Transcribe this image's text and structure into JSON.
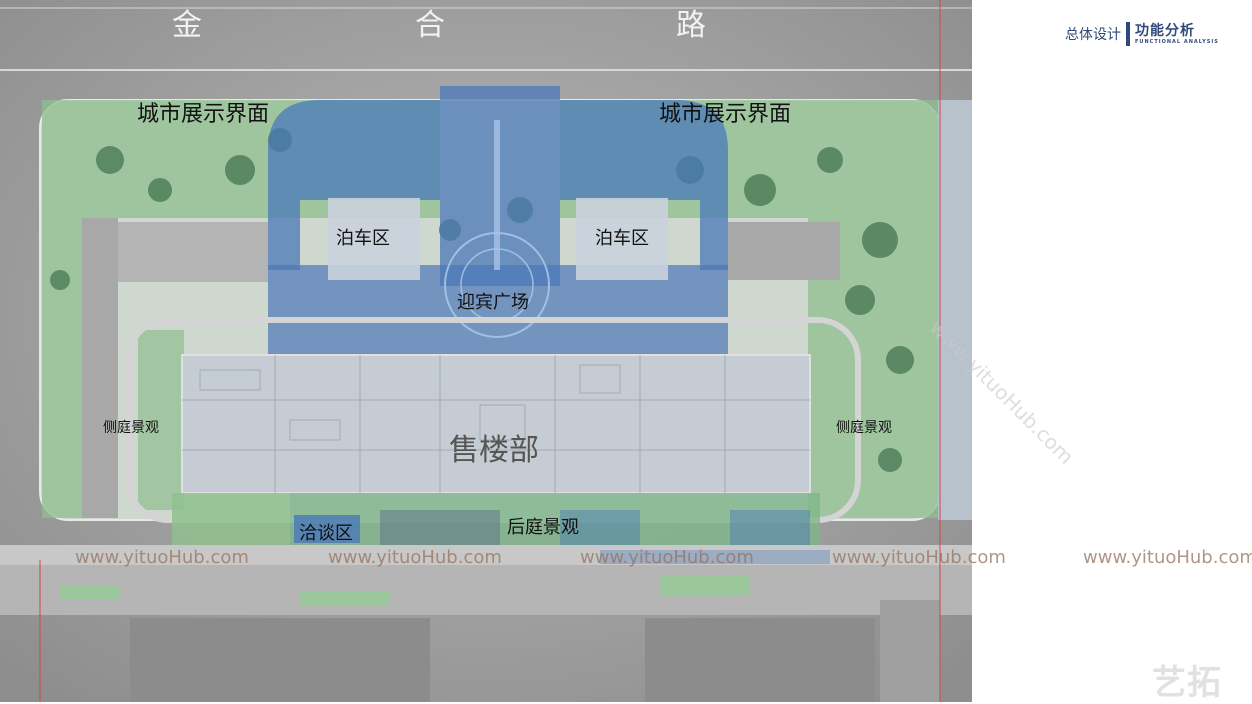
{
  "road": {
    "chars": [
      "金",
      "合",
      "路"
    ]
  },
  "labels": {
    "city_display_left": "城市展示界面",
    "city_display_right": "城市展示界面",
    "parking_left": "泊车区",
    "parking_right": "泊车区",
    "welcome_plaza": "迎宾广场",
    "sales_office": "售楼部",
    "side_garden_left": "侧庭景观",
    "side_garden_right": "侧庭景观",
    "negotiation_area": "洽谈区",
    "rear_garden": "后庭景观"
  },
  "header": {
    "section": "总体设计",
    "title": "功能分析",
    "subtitle": "FUNCTIONAL ANALYSIS"
  },
  "watermarks": [
    "www.yituoHub.com",
    "www.yituoHub.com",
    "www.yituoHub.com",
    "www.yituoHub.com",
    "www.yituoHub.com"
  ],
  "diagonal_watermark": "www.yituoHub.com",
  "logo_text": "艺拓",
  "colors": {
    "zone_overlay": "#4a78b8",
    "green_overlay": "#7fbf7f",
    "header_blue": "#2f4a7a"
  }
}
